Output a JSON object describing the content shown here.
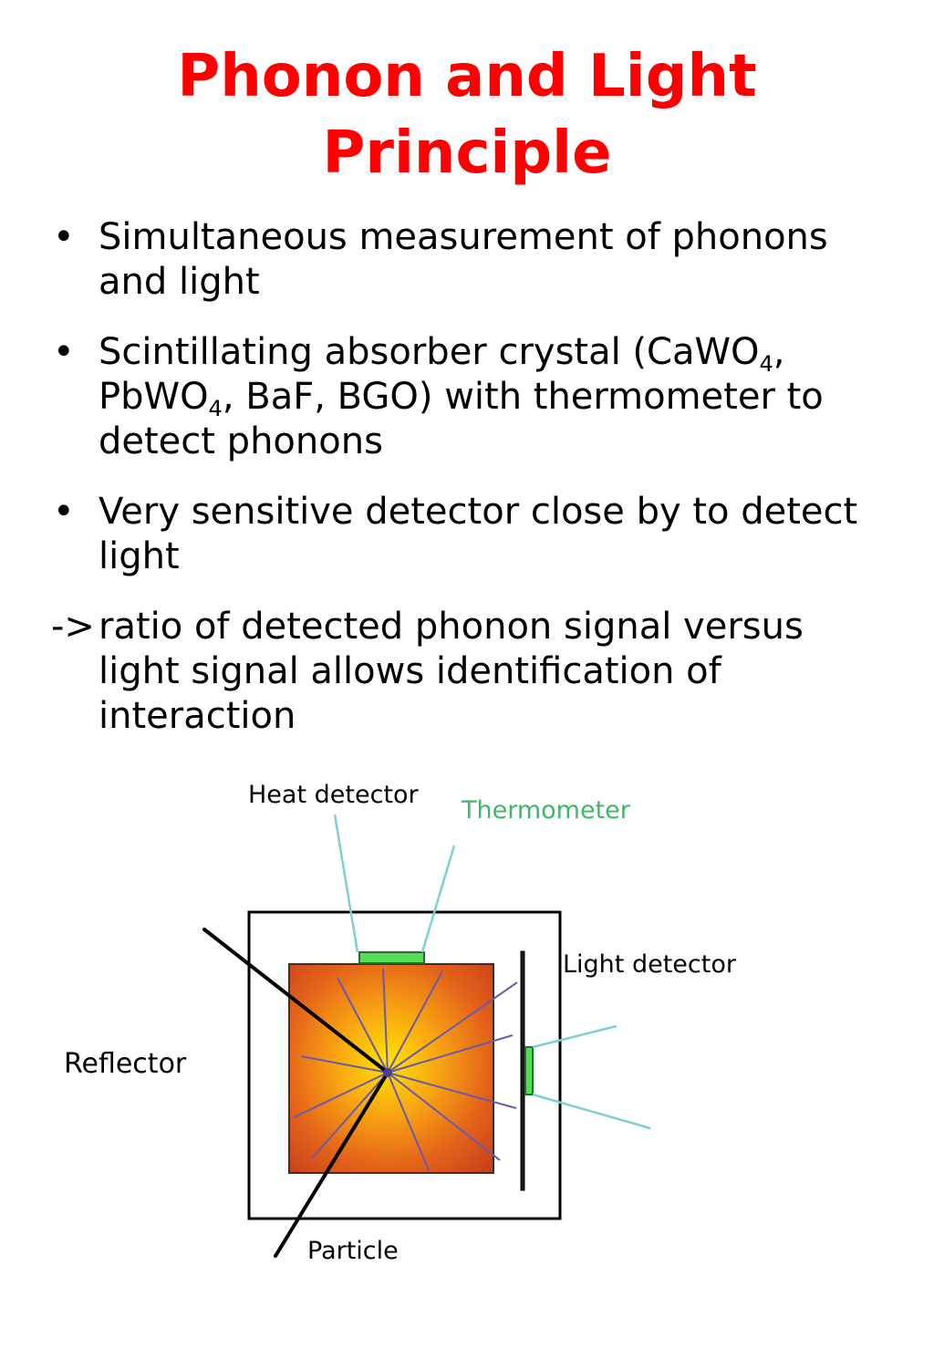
{
  "title": {
    "line1": "Phonon and Light",
    "line2": "Principle"
  },
  "bullets": [
    {
      "marker": "•",
      "text": "Simultaneous measurement of phonons and light"
    },
    {
      "marker": "•",
      "pre": "Scintillating absorber crystal (CaWO",
      "sub1": "4",
      "mid": ", PbWO",
      "sub2": "4",
      "post": ", BaF, BGO) with thermometer to detect phonons"
    },
    {
      "marker": "•",
      "text": "Very sensitive detector close by to detect light"
    },
    {
      "marker": "->",
      "text": "ratio of detected phonon signal versus light signal allows identification of interaction"
    }
  ],
  "diagram": {
    "heat_detector": "Heat detector",
    "thermometer": "Thermometer",
    "light_detector": "Light detector",
    "reflector": "Reflector",
    "particle": "Particle",
    "colors": {
      "title": "#ff0000",
      "thermometer_label": "#3fb76a",
      "leader": "#7fcfcf",
      "thermometer_fill": "#55dd55",
      "crystal_center": "#ffe000",
      "crystal_edge": "#d84a10",
      "ray": "#6a5aa8"
    }
  }
}
